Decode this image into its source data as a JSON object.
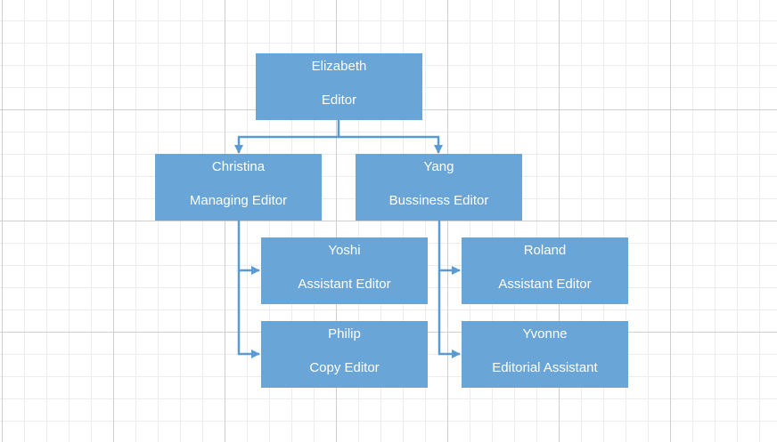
{
  "diagram": {
    "nodes": [
      {
        "name": "Elizabeth",
        "role": "Editor"
      },
      {
        "name": "Christina",
        "role": "Managing Editor"
      },
      {
        "name": "Yang",
        "role": "Bussiness Editor"
      },
      {
        "name": "Yoshi",
        "role": "Assistant Editor"
      },
      {
        "name": "Philip",
        "role": "Copy Editor"
      },
      {
        "name": "Roland",
        "role": "Assistant Editor"
      },
      {
        "name": "Yvonne",
        "role": "Editorial Assistant"
      }
    ],
    "colors": {
      "node_fill": "#6aa5d8",
      "node_text": "#ffffff",
      "connector": "#5b9bd5",
      "grid_major": "#cfcfcf",
      "grid_minor": "#ececec"
    }
  }
}
